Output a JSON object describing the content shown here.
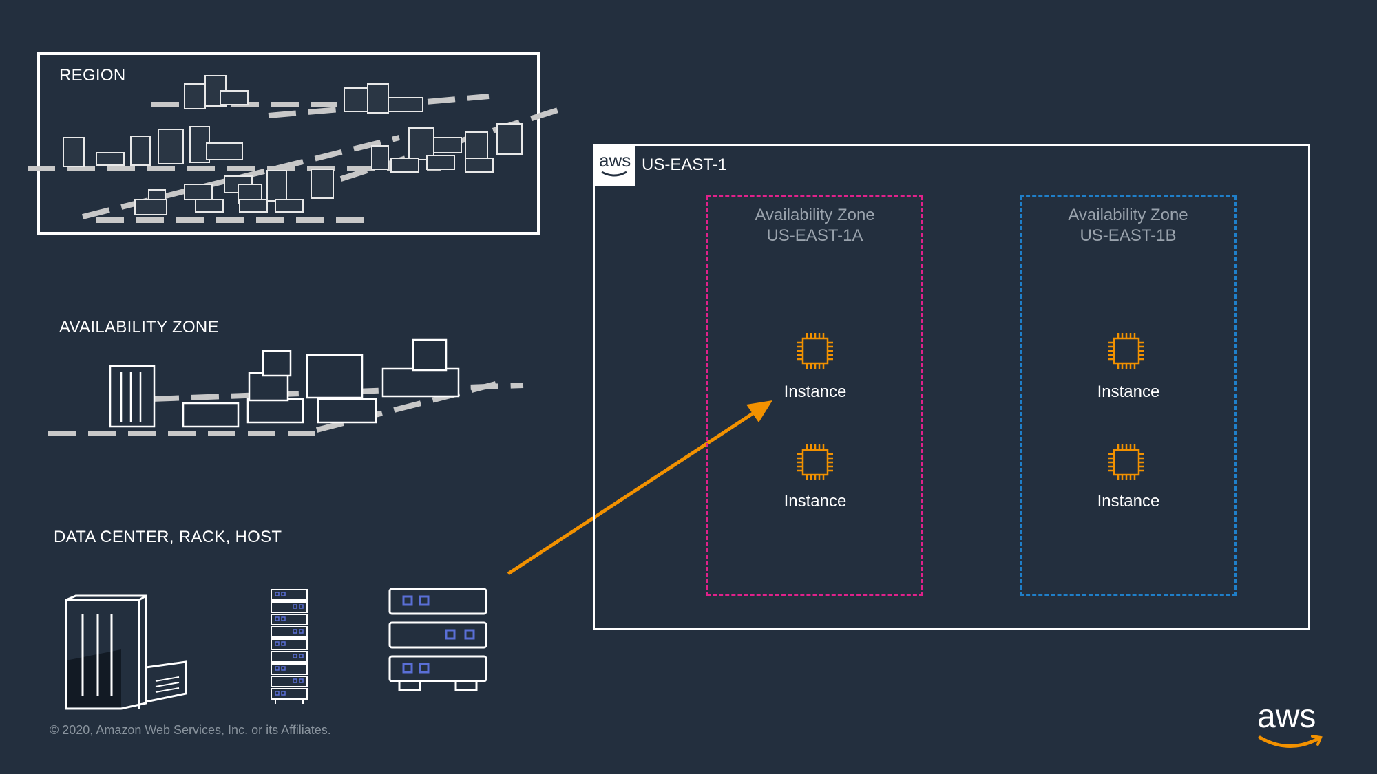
{
  "labels": {
    "region": "REGION",
    "availability_zone": "AVAILABILITY ZONE",
    "data_center": "DATA CENTER, RACK, HOST"
  },
  "region_box": {
    "aws_badge": "aws",
    "title": "US-EAST-1"
  },
  "zones": [
    {
      "line1": "Availability Zone",
      "line2": "US-EAST-1A",
      "border_color": "#e0218a",
      "instances": [
        "Instance",
        "Instance"
      ]
    },
    {
      "line1": "Availability Zone",
      "line2": "US-EAST-1B",
      "border_color": "#1f7fc9",
      "instances": [
        "Instance",
        "Instance"
      ]
    }
  ],
  "footer": {
    "copyright": "© 2020, Amazon Web Services, Inc. or its Affiliates.",
    "logo": "aws"
  },
  "colors": {
    "background": "#232f3e",
    "instance_icon": "#f29100",
    "arrow": "#f29100",
    "server_accent": "#5a6fd6"
  },
  "icons": [
    "region-buildings-icon",
    "availability-zone-buildings-icon",
    "data-center-icon",
    "rack-icon",
    "host-icon",
    "ec2-instance-icon",
    "aws-logo-icon"
  ]
}
